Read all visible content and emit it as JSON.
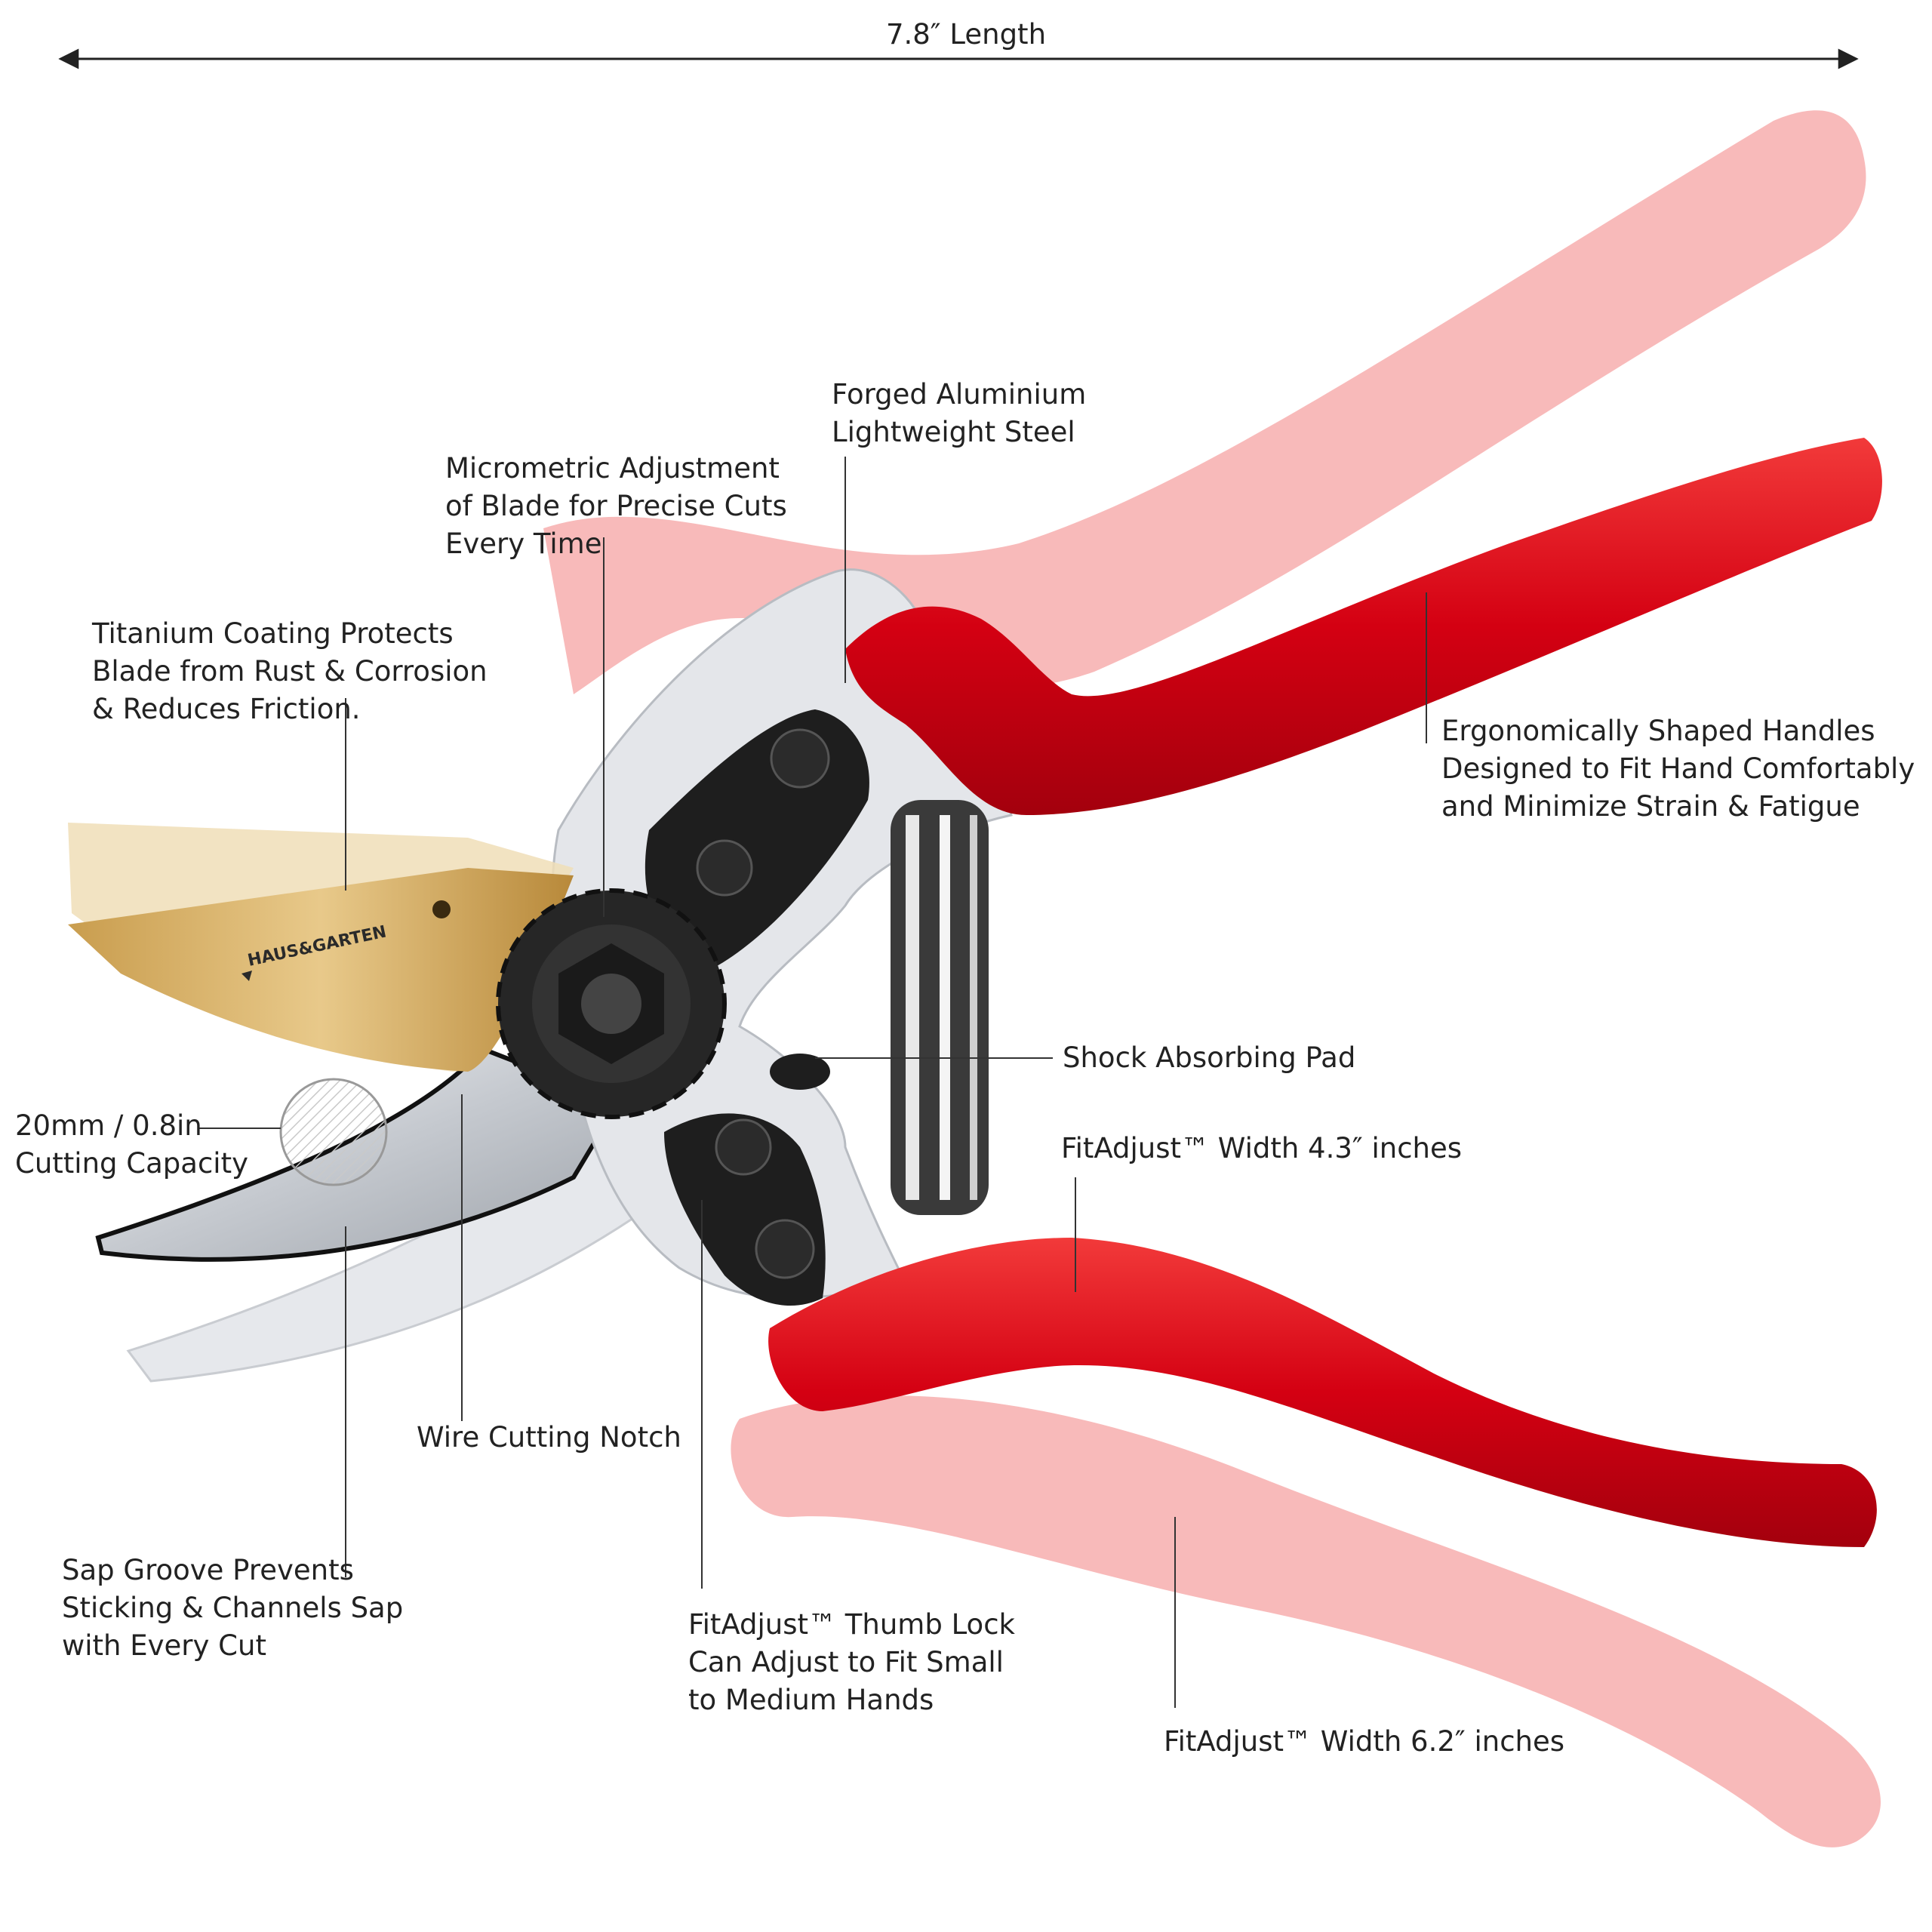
{
  "diagram": {
    "dimension_label": "7.8″ Length",
    "brand": "HAUS&GARTEN",
    "brand_tm": "™",
    "colors": {
      "handle_red": "#d40012",
      "handle_ghost": "#f6a3a3",
      "blade_gold": "#d9b36a",
      "blade_steel": "#c8ccd2",
      "frame_silver": "#e4e6ea",
      "mechanism_black": "#222222",
      "text": "#222222"
    },
    "callouts": {
      "forged": [
        "Forged Aluminium",
        "Lightweight Steel"
      ],
      "micrometric": [
        "Micrometric Adjustment",
        "of Blade for Precise Cuts",
        "Every Time"
      ],
      "titanium": [
        "Titanium Coating Protects",
        "Blade from Rust & Corrosion",
        "& Reduces Friction."
      ],
      "ergonomic": [
        "Ergonomically Shaped Handles",
        "Designed to Fit Hand Comfortably",
        "and Minimize Strain & Fatigue"
      ],
      "shock": [
        "Shock Absorbing Pad"
      ],
      "capacity": [
        "20mm / 0.8in",
        "Cutting Capacity"
      ],
      "width_43": [
        "FitAdjust™ Width 4.3″ inches"
      ],
      "wire_notch": [
        "Wire Cutting Notch"
      ],
      "sap_groove": [
        "Sap Groove Prevents",
        "Sticking & Channels Sap",
        "with Every Cut"
      ],
      "thumb_lock": [
        "FitAdjust™ Thumb Lock",
        "Can Adjust to Fit Small",
        "to Medium Hands"
      ],
      "width_62": [
        "FitAdjust™ Width 6.2″ inches"
      ]
    }
  }
}
